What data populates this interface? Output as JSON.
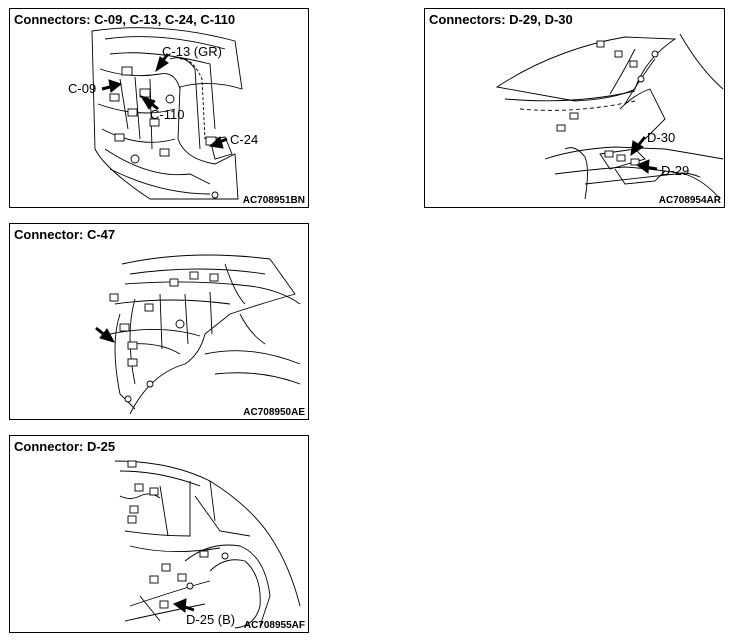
{
  "panels": [
    {
      "title": "Connectors: C-09, C-13, C-24, C-110",
      "code": "AC708951BN",
      "callouts": [
        "C-13 (GR)",
        "C-09",
        "C-110",
        "C-24"
      ]
    },
    {
      "title": "Connectors: D-29, D-30",
      "code": "AC708954AR",
      "callouts": [
        "D-30",
        "D-29"
      ]
    },
    {
      "title": "Connector: C-47",
      "code": "AC708950AE",
      "callouts": []
    },
    {
      "title": "Connector: D-25",
      "code": "AC708955AF",
      "callouts": [
        "D-25 (B)"
      ]
    }
  ]
}
